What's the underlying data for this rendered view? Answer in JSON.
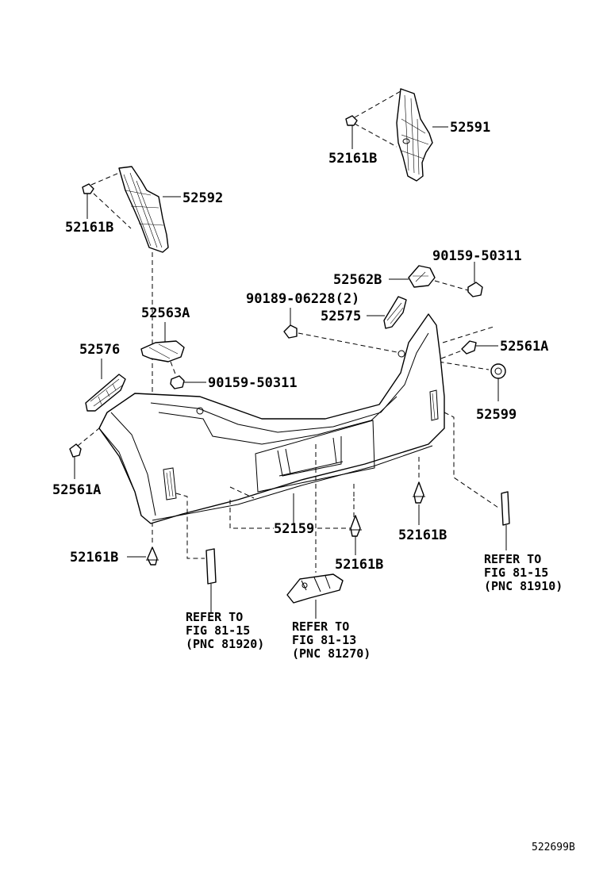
{
  "labels": {
    "p52591": "52591",
    "p52161b_top": "52161B",
    "p52592": "52592",
    "p52161b_left": "52161B",
    "p90159_top": "90159-50311",
    "p52562b": "52562B",
    "p90189": "90189-06228(2)",
    "p52575": "52575",
    "p52563a": "52563A",
    "p52576": "52576",
    "p52561a_right": "52561A",
    "p90159_mid": "90159-50311",
    "p52599": "52599",
    "p52561a_left": "52561A",
    "p52159": "52159",
    "p52161b_right": "52161B",
    "p52161b_center": "52161B",
    "p52161b_bottom": "52161B"
  },
  "references": {
    "left": {
      "line1": "REFER TO",
      "line2": "FIG 81-15",
      "line3": "(PNC 81920)"
    },
    "center": {
      "line1": "REFER TO",
      "line2": "FIG 81-13",
      "line3": "(PNC 81270)"
    },
    "right": {
      "line1": "REFER TO",
      "line2": "FIG 81-15",
      "line3": "(PNC 81910)"
    }
  },
  "figure_id": "522699B"
}
